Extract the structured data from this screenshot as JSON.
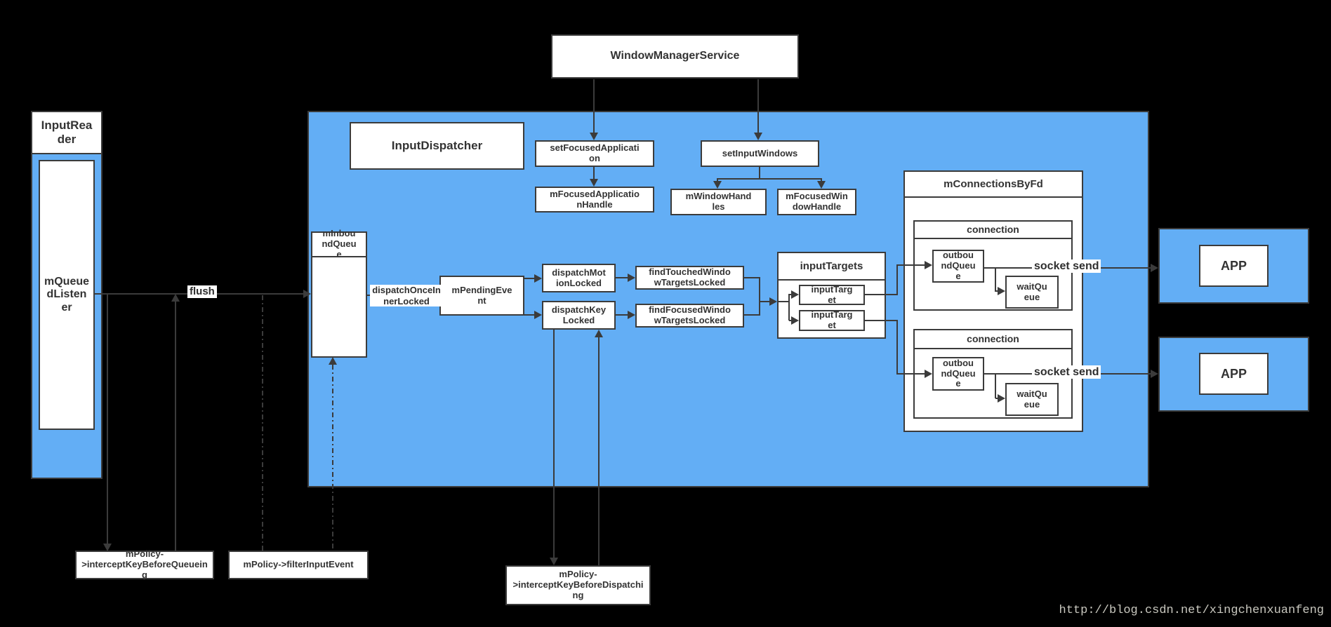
{
  "colors": {
    "background": "#000000",
    "container_blue": "#63AEF5",
    "line": "#3B3B3B",
    "text": "#333333",
    "watermark": "#C9C8BF"
  },
  "nodes": {
    "wms": "WindowManagerService",
    "input_reader_title": "InputReader",
    "m_queued_listener": "mQueuedListener",
    "input_dispatcher_title": "InputDispatcher",
    "set_focused_application": "setFocusedApplication",
    "m_focused_application_handle": "mFocusedApplicationHandle",
    "set_input_windows": "setInputWindows",
    "m_window_handles": "mWindowHandles",
    "m_focused_window_handle": "mFocusedWindowHandle",
    "m_inbound_queue": "mInboundQueue",
    "m_pending_event": "mPendingEvent",
    "dispatch_motion_locked": "dispatchMotionLocked",
    "dispatch_key_locked": "dispatchKeyLocked",
    "find_touched_window_targets_locked": "findTouchedWindowTargetsLocked",
    "find_focused_window_targets_locked": "findFocusedWindowTargetsLocked",
    "input_targets_title": "inputTargets",
    "input_target_1": "inputTarget",
    "input_target_2": "inputTarget",
    "m_connections_by_fd_title": "mConnectionsByFd",
    "connection_1_title": "connection",
    "connection_2_title": "connection",
    "outbound_queue_1": "outboundQueue",
    "wait_queue_1": "waitQueue",
    "outbound_queue_2": "outboundQueue",
    "wait_queue_2": "waitQueue",
    "app_1": "APP",
    "app_2": "APP"
  },
  "edge_labels": {
    "flush": "flush",
    "dispatch_once_inner_locked": "dispatchOnceInnerLocked",
    "socket_send_1": "socket send",
    "socket_send_2": "socket send"
  },
  "policies": {
    "intercept_key_before_queueing": "mPolicy->interceptKeyBeforeQueueing",
    "filter_input_event": "mPolicy->filterInputEvent",
    "intercept_key_before_dispatching": "mPolicy->interceptKeyBeforeDispatching"
  },
  "watermark": "http://blog.csdn.net/xingchenxuanfeng"
}
